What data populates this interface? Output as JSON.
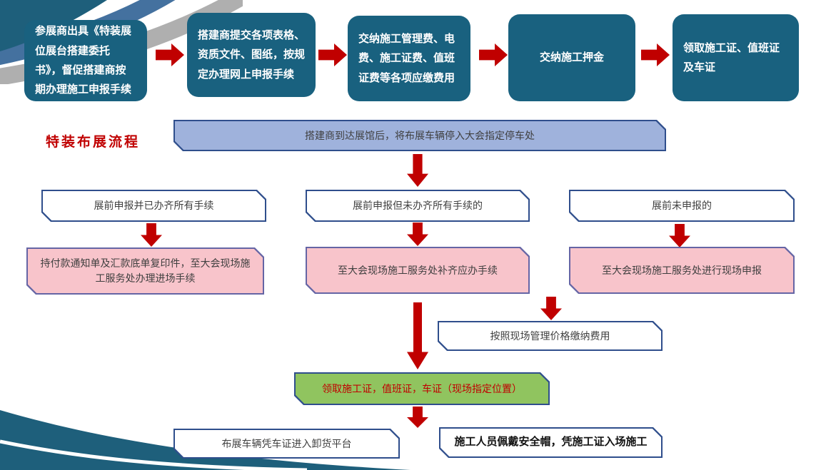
{
  "title": "特装布展流程",
  "colors": {
    "step_box_teal": "#19617F",
    "arrow_red": "#C00000",
    "banner_blue": "#9FB2DC",
    "branch_pink": "#F8C4CB",
    "pass_green": "#90C45F",
    "border_navy": "#2F4E8C",
    "title_red": "#C00000"
  },
  "top_flow": [
    "参展商出具《特装展位展台搭建委托书》，督促搭建商按期办理施工申报手续",
    "搭建商提交各项表格、资质文件、图纸，按规定办理网上申报手续",
    "交纳施工管理费、电费、施工证费、值班证费等各项应缴费用",
    "交纳施工押金",
    "领取施工证、值班证及车证"
  ],
  "arrival_banner": "搭建商到达展馆后，将布展车辆停入大会指定停车处",
  "branches": [
    {
      "condition": "展前申报并已办齐所有手续",
      "action": "持付款通知单及汇款底单复印件，至大会现场施工服务处办理进场手续"
    },
    {
      "condition": "展前申报但未办齐所有手续的",
      "action": "至大会现场施工服务处补齐应办手续"
    },
    {
      "condition": "展前未申报的",
      "action": "至大会现场施工服务处进行现场申报"
    }
  ],
  "onsite_payment": "按照现场管理价格缴纳费用",
  "collect_passes": "领取施工证，值班证，车证（现场指定位置）",
  "final_steps": [
    "布展车辆凭车证进入卸货平台",
    "施工人员佩戴安全帽，凭施工证入场施工"
  ]
}
